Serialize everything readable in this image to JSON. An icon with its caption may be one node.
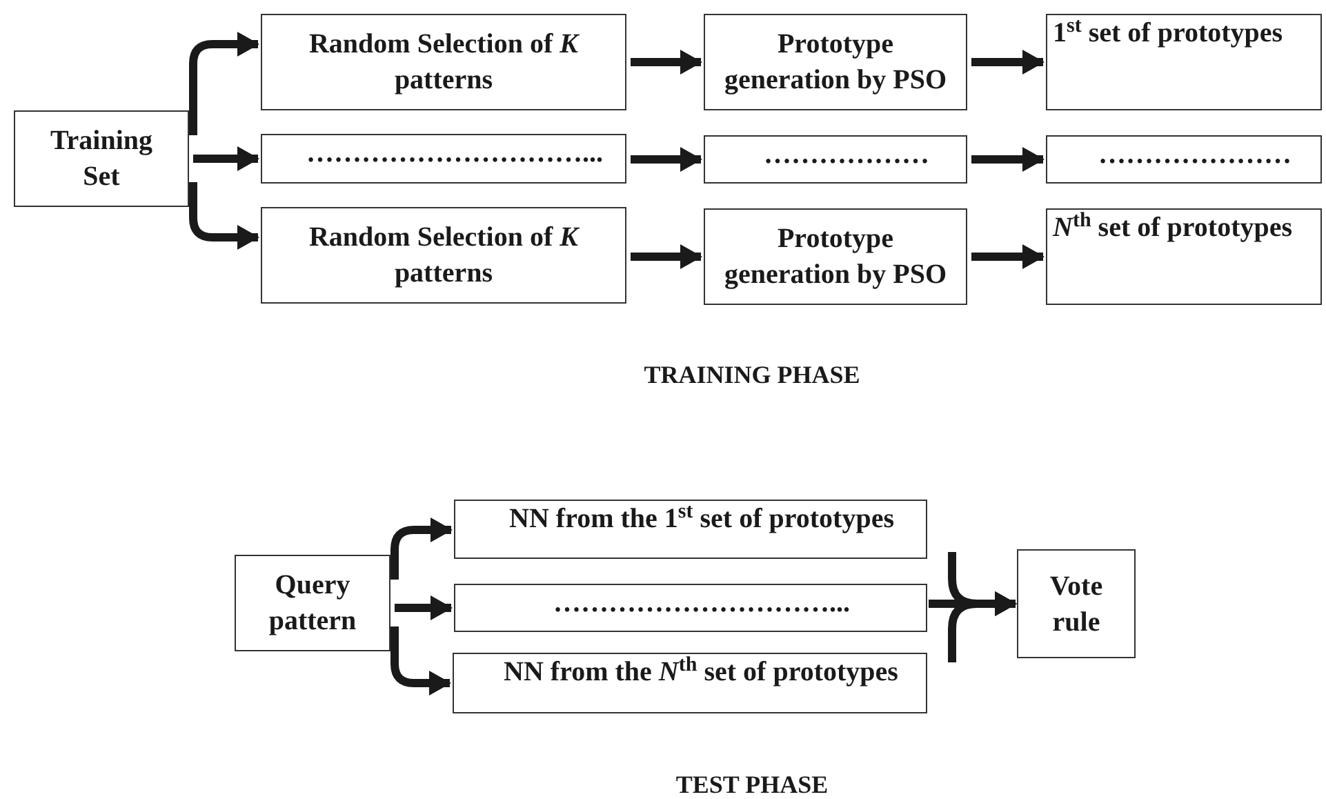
{
  "diagram": {
    "nodes": [
      {
        "text": [
          "Training Set"
        ]
      },
      {
        "text": [
          "Random Selection of *K* patterns"
        ]
      },
      {
        "text": [
          "…………………………..."
        ]
      },
      {
        "text": [
          "Random Selection of *K* patterns"
        ]
      },
      {
        "text": [
          "Prototype generation by PSO"
        ]
      },
      {
        "text": [
          "………………"
        ]
      },
      {
        "text": [
          "Prototype generation by PSO"
        ]
      },
      {
        "text": [
          "1$^{st}$ set of prototypes"
        ]
      },
      {
        "text": [
          "…………………"
        ]
      },
      {
        "text": [
          "*N*$^{th}$ set of prototypes"
        ]
      },
      {
        "text": [
          "Query pattern"
        ]
      },
      {
        "text": [
          "NN from the 1$^{st}$ set of prototypes"
        ]
      },
      {
        "text": [
          "…………………………..."
        ]
      },
      {
        "text": [
          "NN from the *N*$^{th}$ set of prototypes"
        ]
      },
      {
        "text": [
          "Vote rule"
        ]
      }
    ],
    "edges": [
      {
        "from": 0,
        "to": 1,
        "arrow": "to"
      },
      {
        "from": 0,
        "to": 2,
        "arrow": "to"
      },
      {
        "from": 0,
        "to": 3,
        "arrow": "to"
      },
      {
        "from": 1,
        "to": 4,
        "arrow": "to"
      },
      {
        "from": 2,
        "to": 5,
        "arrow": "to"
      },
      {
        "from": 3,
        "to": 6,
        "arrow": "to"
      },
      {
        "from": 4,
        "to": 7,
        "arrow": "to"
      },
      {
        "from": 5,
        "to": 8,
        "arrow": "to"
      },
      {
        "from": 6,
        "to": 9,
        "arrow": "to"
      },
      {
        "from": 10,
        "to": 11,
        "arrow": "to"
      },
      {
        "from": 10,
        "to": 12,
        "arrow": "to"
      },
      {
        "from": 10,
        "to": 13,
        "arrow": "to"
      },
      {
        "from": 11,
        "to": 14,
        "arrow": "to"
      },
      {
        "from": 12,
        "to": 14,
        "arrow": "to"
      },
      {
        "from": 13,
        "to": 14,
        "arrow": "to"
      }
    ],
    "labels": [
      "TRAINING PHASE",
      "TEST PHASE"
    ]
  }
}
